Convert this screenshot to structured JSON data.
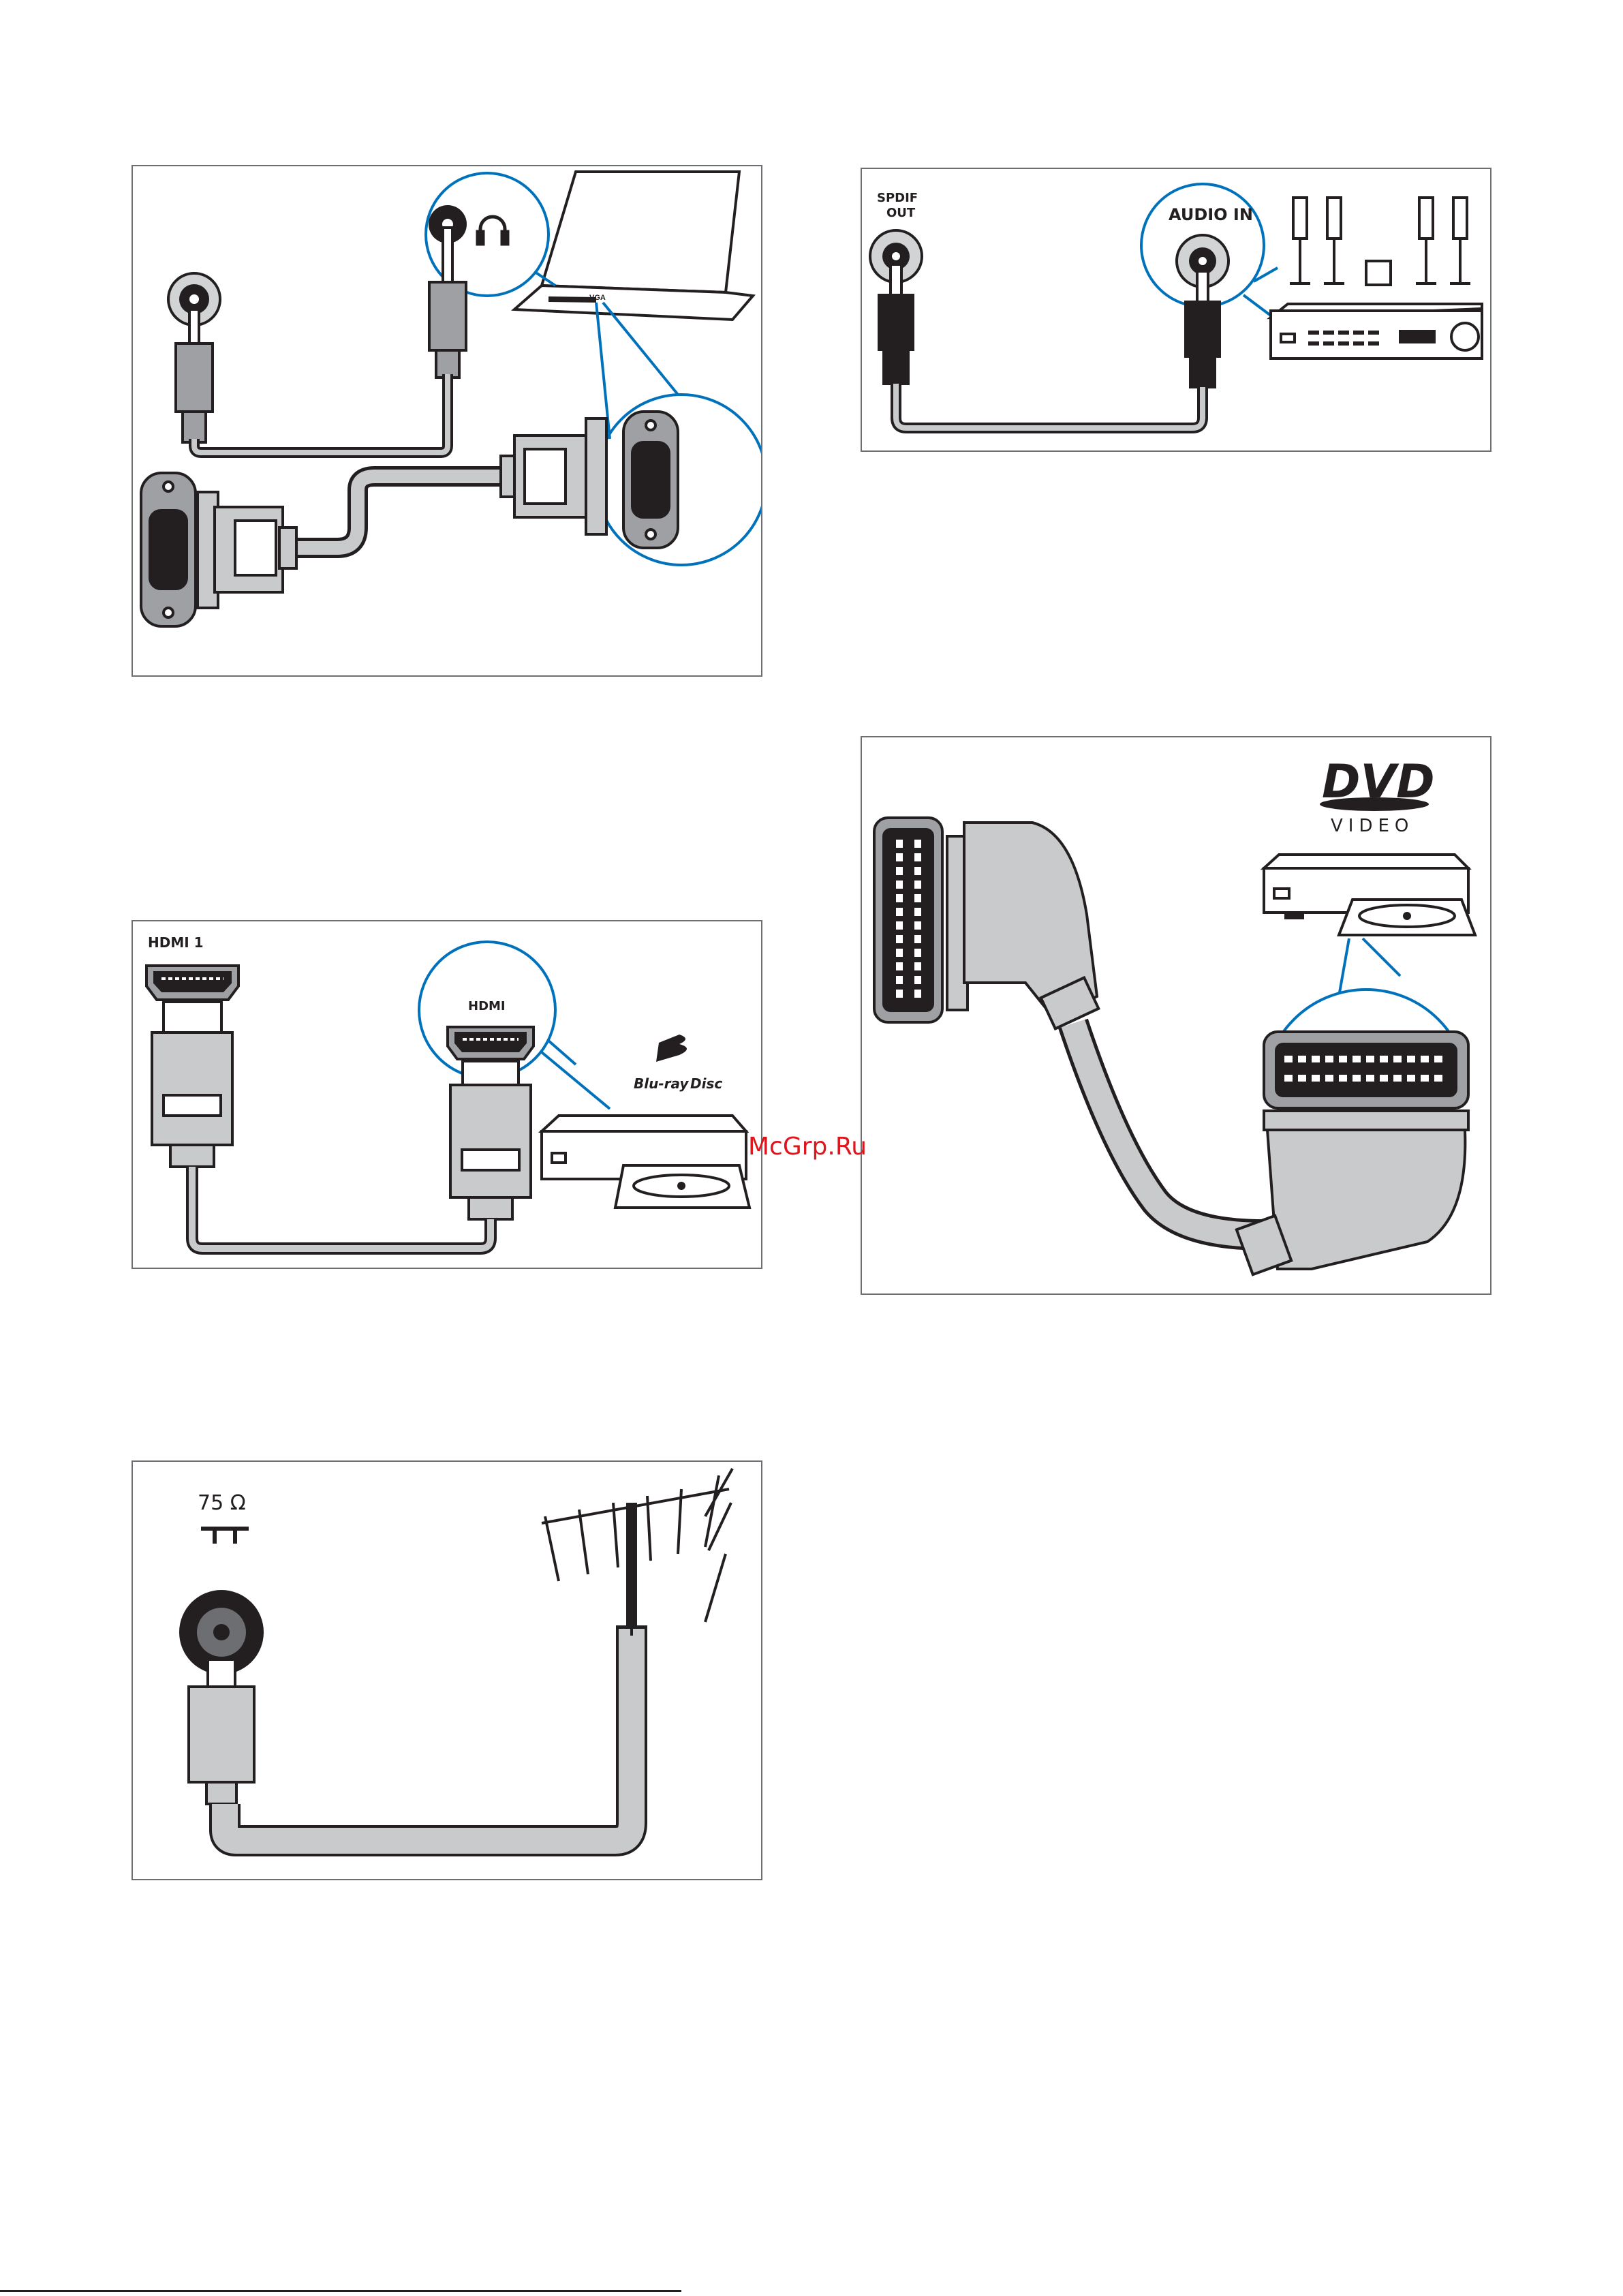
{
  "panels": {
    "vga": {
      "laptop_port": "VGA"
    },
    "spdif": {
      "source_label_1": "SPDIF",
      "source_label_2": "OUT",
      "target_label": "AUDIO IN"
    },
    "hdmi": {
      "source_label": "HDMI 1",
      "target_label": "HDMI",
      "brand_line_1": "Blu-ray",
      "brand_line_2": "Disc"
    },
    "antenna": {
      "impedance": "75 Ω"
    },
    "scart": {
      "brand": "DVD",
      "brand_sub": "VIDEO"
    }
  },
  "watermark": "McGrp.Ru",
  "colors": {
    "accent": "#0072bc",
    "cable": "#c8cacc",
    "ink": "#231f20",
    "connector": "#9ea0a3",
    "watermark": "#e0151b"
  }
}
